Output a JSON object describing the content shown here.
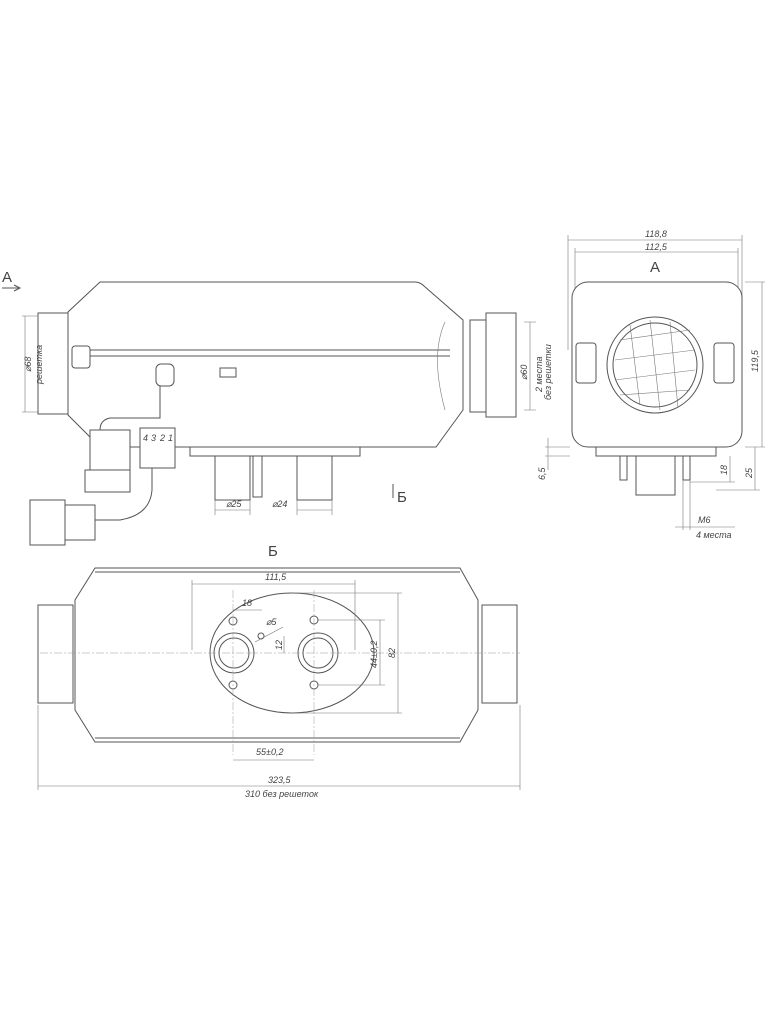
{
  "views": {
    "side": {
      "view_arrow_label": "А",
      "section_arrow_label": "Б",
      "dims": {
        "grille_dia": "⌀68",
        "grille_note": "решетка",
        "outlet_dia": "⌀60",
        "outlet_note_1": "2 места",
        "outlet_note_2": "без решетки",
        "pipe1": "⌀25",
        "pipe2": "⌀24"
      },
      "connector_pins": [
        "4",
        "3",
        "2",
        "1"
      ]
    },
    "front": {
      "title": "А",
      "dims": {
        "width_outer": "118,8",
        "width_inner": "112,5",
        "height": "119,5",
        "plate": "6,5",
        "stud_len": "18",
        "bottom": "25",
        "thread": "М6",
        "thread_note": "4 места"
      }
    },
    "bottom": {
      "title": "Б",
      "dims": {
        "flange_width": "111,5",
        "hole_offset": "18",
        "small_hole": "⌀5",
        "small_hole_offset": "12",
        "hole_spacing_v": "44±0,2",
        "flange_height": "82",
        "hole_spacing_h": "55±0,2",
        "total_length": "323,5",
        "length_note": "310 без решеток"
      }
    }
  }
}
